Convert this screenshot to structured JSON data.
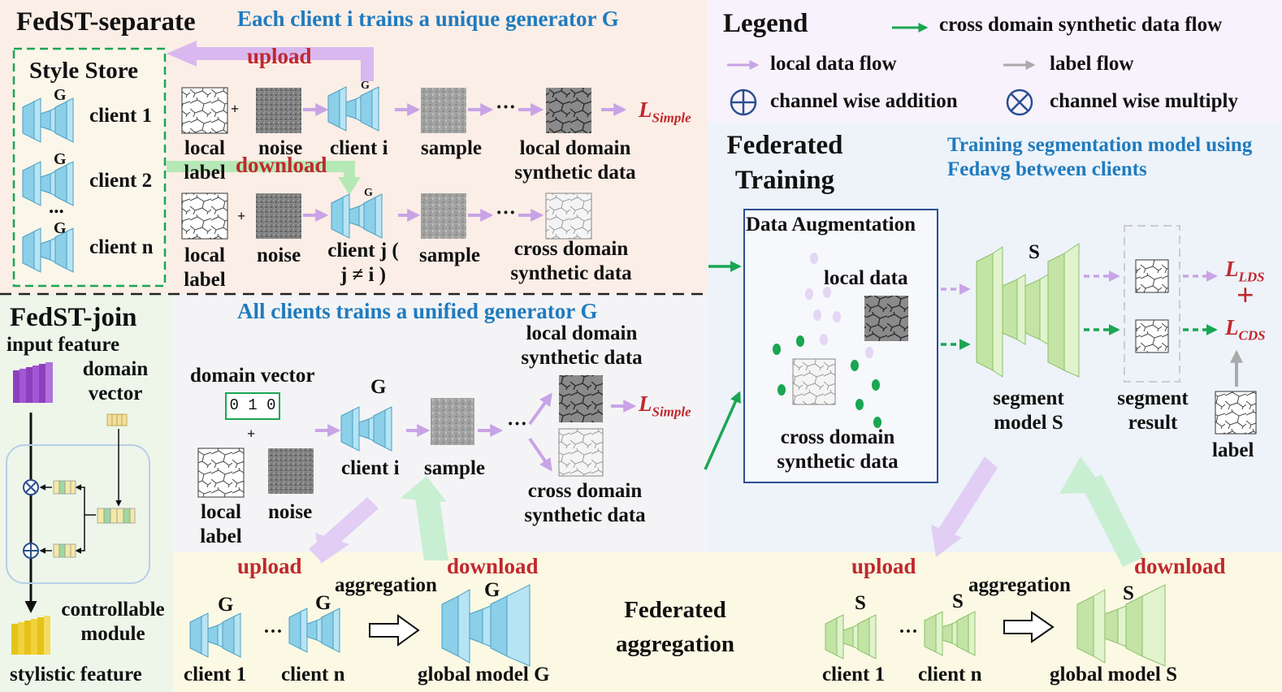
{
  "separate": {
    "title": "FedST-separate",
    "subtitle": "Each client i trains a unique generator G",
    "style_store": "Style Store",
    "clients": [
      "client 1",
      "client 2",
      "client n"
    ],
    "ellipsis": "...",
    "g": "G",
    "upload": "upload",
    "download": "download",
    "row1": {
      "local_label": "local label",
      "noise": "noise",
      "client": "client i",
      "sample": "sample",
      "output": "local domain synthetic data",
      "loss": "L",
      "loss_sub": "Simple"
    },
    "row2": {
      "local_label": "local label",
      "noise": "noise",
      "client": "client j ( j ≠ i )",
      "sample": "sample",
      "output": "cross domain synthetic data"
    },
    "plus": "+",
    "dots": "···"
  },
  "legend": {
    "title": "Legend",
    "items": [
      {
        "label": "cross domain synthetic data flow",
        "color": "#1aa653"
      },
      {
        "label": "local data flow",
        "color": "#c9a3e6"
      },
      {
        "label": "label flow",
        "color": "#aaaaaa"
      },
      {
        "label": "channel wise addition",
        "symbol": "circle-plus"
      },
      {
        "label": "channel wise multiply",
        "symbol": "circle-times"
      }
    ]
  },
  "federated": {
    "title": "Federated Training",
    "subtitle": "Training segmentation model using Fedavg between clients",
    "aug_title": "Data Augmentation",
    "local_data": "local data",
    "cross_data": "cross domain synthetic data",
    "s": "S",
    "segment_model": "segment model S",
    "segment_result": "segment result",
    "label": "label",
    "loss_lds": "L",
    "loss_lds_sub": "LDS",
    "loss_cds": "L",
    "loss_cds_sub": "CDS",
    "plus": "+"
  },
  "join": {
    "title": "FedST-join",
    "input_feature": "input feature",
    "domain_vector": "domain vector",
    "controllable_module": "controllable module",
    "stylistic_feature": "stylistic feature",
    "subtitle": "All clients trains a unified generator G",
    "domain_vector_label": "domain vector",
    "vector_value": "0 1 0",
    "plus": "+",
    "g": "G",
    "local_label": "local label",
    "noise": "noise",
    "client": "client i",
    "sample": "sample",
    "dots": "···",
    "local_output": "local domain synthetic data",
    "cross_output": "cross domain synthetic data",
    "loss": "L",
    "loss_sub": "Simple"
  },
  "aggregation": {
    "title": "Federated aggregation",
    "upload": "upload",
    "download": "download",
    "aggregation": "aggregation",
    "g": "G",
    "s": "S",
    "dots": "···",
    "g_client1": "client 1",
    "g_clientn": "client n",
    "g_global": "global model G",
    "s_client1": "client 1",
    "s_clientn": "client n",
    "s_global": "global model S"
  },
  "colors": {
    "bg_separate": "#fbeee6",
    "bg_legend": "#f7f2fb",
    "bg_federated": "#edf3f9",
    "bg_join": "#f4f4f6",
    "bg_join_left": "#eef6ea",
    "bg_aggregation": "#fbf9e3",
    "green_flow": "#1aa653",
    "purple_flow": "#c9a3e6",
    "blue_title": "#1f7bbf",
    "red_text": "#c0282d",
    "generator_blue": "#9ed8ee",
    "segment_green": "#cdeaa8"
  }
}
